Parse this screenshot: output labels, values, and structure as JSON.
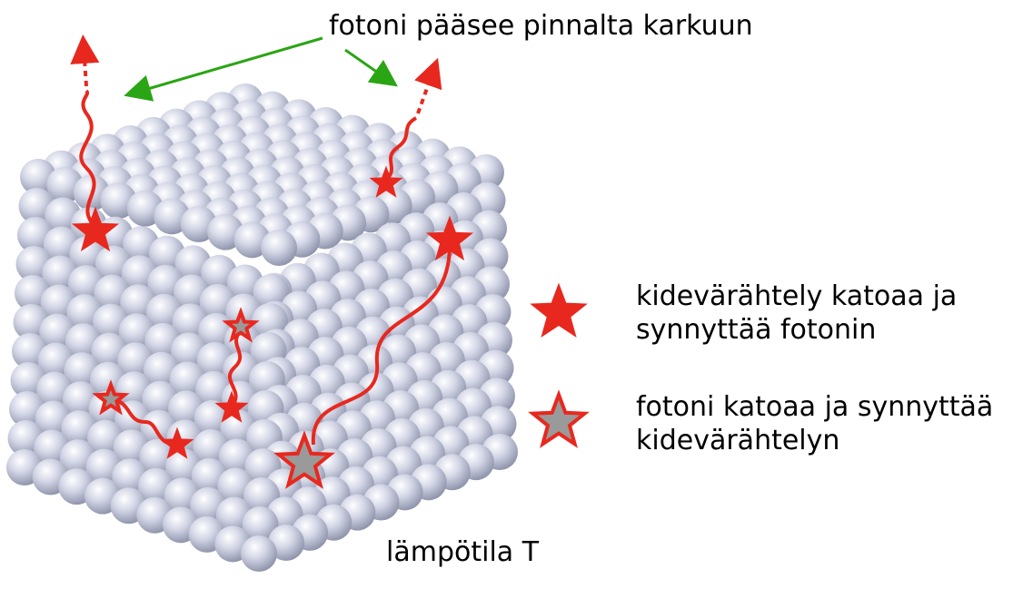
{
  "title_label": "fotoni pääsee pinnalta karkuun",
  "temperature_label": "lämpötila T",
  "legend": [
    {
      "line1": "kidevärähtely katoaa ja",
      "line2": "synnyttää fotonin",
      "marker": "filled-star"
    },
    {
      "line1": "fotoni katoaa ja synnyttää",
      "line2": "kidevärähtelyn",
      "marker": "outline-star"
    }
  ],
  "colors": {
    "star": "#e8281e",
    "arrow": "#2aa514",
    "sphere": "#c9cde0",
    "outline_star_fill": "#9a9a9a"
  }
}
